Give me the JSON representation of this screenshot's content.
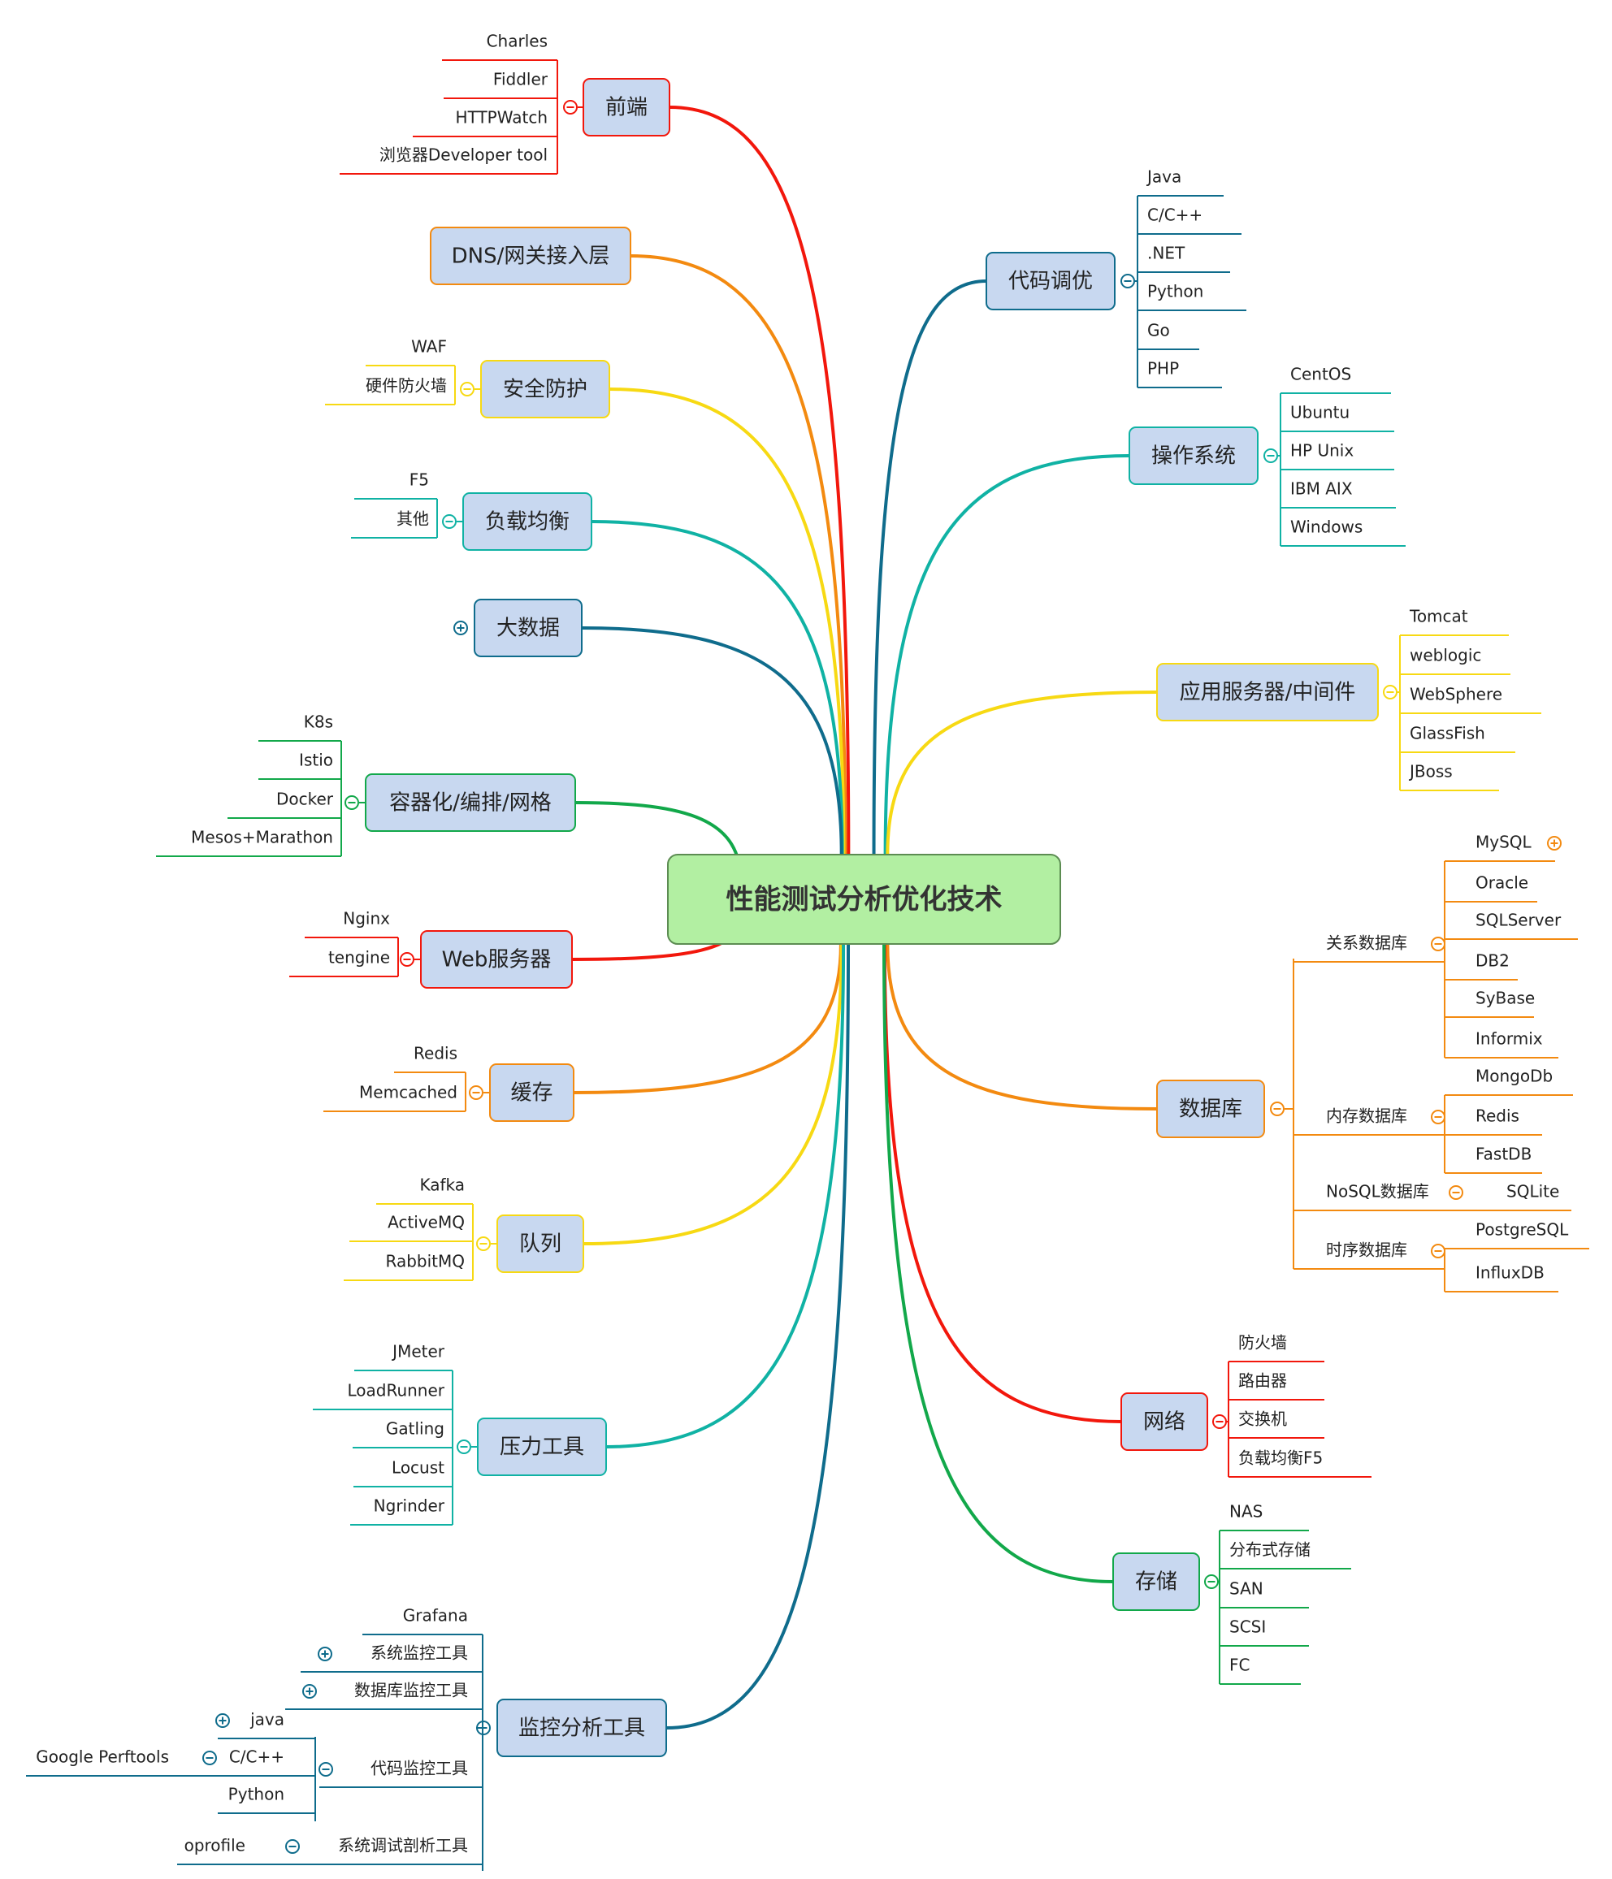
{
  "title": "性能测试分析优化技术",
  "colors": {
    "root_fill": "#b2efa2",
    "root_border": "#5c8c52",
    "branch_fill": "#c8d8f0",
    "red": "#f2170c",
    "orange": "#f38a10",
    "yellow": "#f7d913",
    "teal": "#10b2a4",
    "blue": "#0f6c8c",
    "green": "#12a84a"
  },
  "branches": [
    {
      "label": "前端",
      "color": "red",
      "toggle": "minus",
      "children": [
        "Charles",
        "Fiddler",
        "HTTPWatch",
        "浏览器Developer tool"
      ]
    },
    {
      "label": "DNS/网关接入层",
      "color": "orange",
      "children": []
    },
    {
      "label": "安全防护",
      "color": "yellow",
      "toggle": "minus",
      "children": [
        "WAF",
        "硬件防火墙"
      ]
    },
    {
      "label": "负载均衡",
      "color": "teal",
      "toggle": "minus",
      "children": [
        "F5",
        "其他"
      ]
    },
    {
      "label": "大数据",
      "color": "blue",
      "toggle": "plus",
      "children": []
    },
    {
      "label": "容器化/编排/网格",
      "color": "green",
      "toggle": "minus",
      "children": [
        "K8s",
        "Istio",
        "Docker",
        "Mesos+Marathon"
      ]
    },
    {
      "label": "Web服务器",
      "color": "red",
      "toggle": "minus",
      "children": [
        "Nginx",
        "tengine"
      ]
    },
    {
      "label": "缓存",
      "color": "orange",
      "toggle": "minus",
      "children": [
        "Redis",
        "Memcached"
      ]
    },
    {
      "label": "队列",
      "color": "yellow",
      "toggle": "minus",
      "children": [
        "Kafka",
        "ActiveMQ",
        "RabbitMQ"
      ]
    },
    {
      "label": "压力工具",
      "color": "teal",
      "toggle": "minus",
      "children": [
        "JMeter",
        "LoadRunner",
        "Gatling",
        "Locust",
        "Ngrinder"
      ]
    },
    {
      "label": "监控分析工具",
      "color": "blue",
      "toggle": "minus",
      "children": [
        {
          "label": "Grafana"
        },
        {
          "label": "系统监控工具",
          "toggle": "plus"
        },
        {
          "label": "数据库监控工具",
          "toggle": "plus"
        },
        {
          "label": "代码监控工具",
          "toggle": "minus",
          "children": [
            {
              "label": "java",
              "toggle": "plus"
            },
            {
              "label": "C/C++",
              "toggle": "minus",
              "children": [
                "Google Perftools"
              ]
            },
            {
              "label": "Python"
            }
          ]
        },
        {
          "label": "系统调试剖析工具",
          "toggle": "minus",
          "children": [
            "oprofile"
          ]
        }
      ]
    },
    {
      "label": "代码调优",
      "color": "blue",
      "toggle": "minus",
      "children": [
        "Java",
        "C/C++",
        ".NET",
        "Python",
        "Go",
        "PHP"
      ]
    },
    {
      "label": "操作系统",
      "color": "teal",
      "toggle": "minus",
      "children": [
        "CentOS",
        "Ubuntu",
        "HP Unix",
        "IBM AIX",
        "Windows"
      ]
    },
    {
      "label": "应用服务器/中间件",
      "color": "yellow",
      "toggle": "minus",
      "children": [
        "Tomcat",
        "weblogic",
        "WebSphere",
        "GlassFish",
        "JBoss"
      ]
    },
    {
      "label": "数据库",
      "color": "orange",
      "toggle": "minus",
      "children": [
        {
          "label": "关系数据库",
          "toggle": "minus",
          "children": [
            {
              "label": "MySQL",
              "toggle": "plus"
            },
            {
              "label": "Oracle"
            },
            {
              "label": "SQLServer"
            },
            {
              "label": "DB2"
            },
            {
              "label": "SyBase"
            },
            {
              "label": "Informix"
            }
          ]
        },
        {
          "label": "内存数据库",
          "toggle": "minus",
          "children": [
            {
              "label": "MongoDb"
            },
            {
              "label": "Redis"
            },
            {
              "label": "FastDB"
            }
          ]
        },
        {
          "label": "NoSQL数据库",
          "toggle": "minus",
          "children": [
            {
              "label": "SQLite"
            }
          ]
        },
        {
          "label": "时序数据库",
          "toggle": "minus",
          "children": [
            {
              "label": "PostgreSQL"
            },
            {
              "label": "InfluxDB"
            }
          ]
        }
      ]
    },
    {
      "label": "网络",
      "color": "red",
      "toggle": "minus",
      "children": [
        "防火墙",
        "路由器",
        "交换机",
        "负载均衡F5"
      ]
    },
    {
      "label": "存储",
      "color": "green",
      "toggle": "minus",
      "children": [
        "NAS",
        "分布式存储",
        "SAN",
        "SCSI",
        "FC"
      ]
    }
  ]
}
